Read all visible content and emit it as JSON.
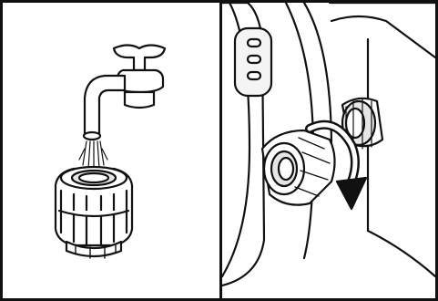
{
  "panels": [
    {
      "id": "left",
      "subject": "water-tap-rinsing-hose-coupling"
    },
    {
      "id": "right",
      "subject": "attaching-hose-coupling-to-inlet-port"
    }
  ],
  "icons": {
    "tap": "water-tap-icon",
    "coupling": "hose-coupling-icon",
    "arrow": "rotation-arrow-icon",
    "port": "threaded-inlet-port-icon"
  },
  "colors": {
    "line": "#111111",
    "fill": "#ffffff",
    "shade": "#e6e6e6"
  }
}
